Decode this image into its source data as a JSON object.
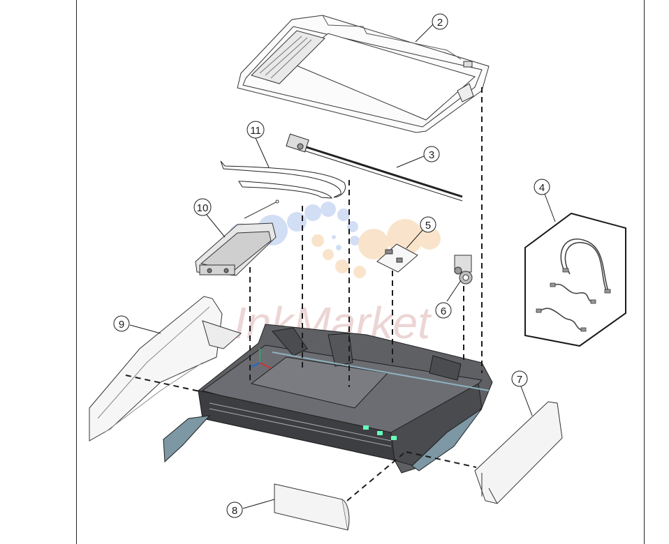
{
  "diagram": {
    "callouts": [
      {
        "id": "c2",
        "label": "2"
      },
      {
        "id": "c3",
        "label": "3"
      },
      {
        "id": "c4",
        "label": "4"
      },
      {
        "id": "c5",
        "label": "5"
      },
      {
        "id": "c6",
        "label": "6"
      },
      {
        "id": "c7",
        "label": "7"
      },
      {
        "id": "c8",
        "label": "8"
      },
      {
        "id": "c9",
        "label": "9"
      },
      {
        "id": "c10",
        "label": "10"
      },
      {
        "id": "c11",
        "label": "11"
      }
    ],
    "watermark": "InkMarket",
    "colors": {
      "line": "#1a1a1a",
      "base": "#5f6064",
      "base_dark": "#3d3e42",
      "rail": "#7d97a4",
      "panel": "#f4f4f4",
      "watermark_blue": "#9bb8e8",
      "watermark_orange": "#f3c48d",
      "watermark_red": "#c98a8a"
    }
  }
}
